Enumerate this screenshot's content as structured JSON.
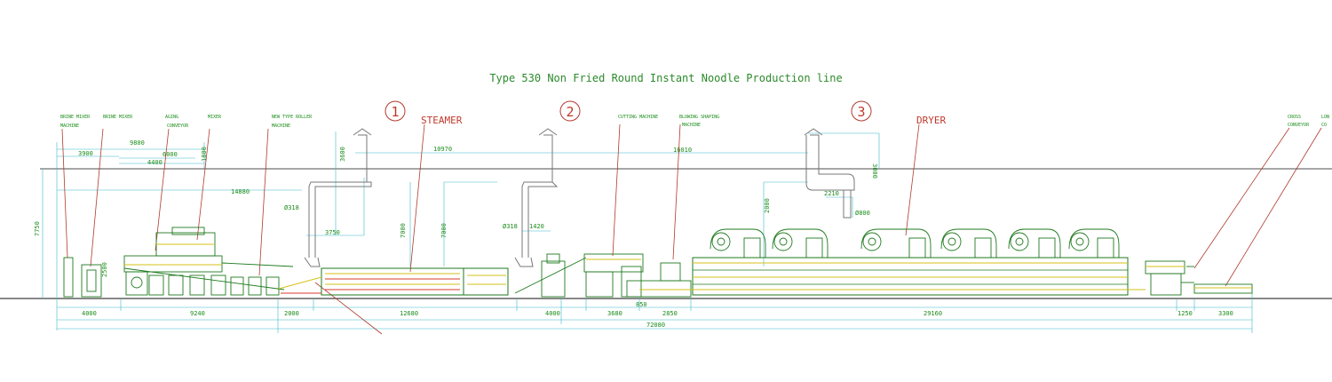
{
  "title": "Type 530 Non Fried Round Instant Noodle Production line",
  "sections": [
    {
      "num": "1",
      "label": "STEAMER"
    },
    {
      "num": "2",
      "label": ""
    },
    {
      "num": "3",
      "label": "DRYER"
    }
  ],
  "machine_labels": [
    {
      "name": "BRINE MIXER",
      "sub": "MACHINE"
    },
    {
      "name": "BRINE MIXER",
      "sub": ""
    },
    {
      "name": "AGING",
      "sub": "CONVEYOR"
    },
    {
      "name": "MIXER",
      "sub": ""
    },
    {
      "name": "NEW TYPE ROLLER",
      "sub": "MACHINE"
    },
    {
      "name": "CUTTING MACHINE",
      "sub": ""
    },
    {
      "name": "BLOWING SHAPING",
      "sub": "MACHINE"
    },
    {
      "name": "CROSS",
      "sub": "CONVEYOR"
    },
    {
      "name": "LON",
      "sub": "CO"
    }
  ],
  "top_dims": [
    "3900",
    "9800",
    "4400",
    "6000",
    "1800",
    "14880",
    "3600",
    "10970",
    "16010",
    "3000",
    "2210",
    "3750",
    "2000",
    "7000",
    "7000",
    "1420",
    "Ø318",
    "Ø318",
    "Ø800",
    "7750",
    "2500"
  ],
  "bottom_dims": [
    "4000",
    "9240",
    "2000",
    "12680",
    "4000",
    "3680",
    "850",
    "2850",
    "29160",
    "1250",
    "3300",
    "72080"
  ],
  "colors": {
    "line": "#2e8b2e",
    "leader": "#b03a2e",
    "dim": "#39b7c9",
    "machine": "#1f7a1f",
    "accent": "#d4c21a",
    "wall": "#111111"
  }
}
